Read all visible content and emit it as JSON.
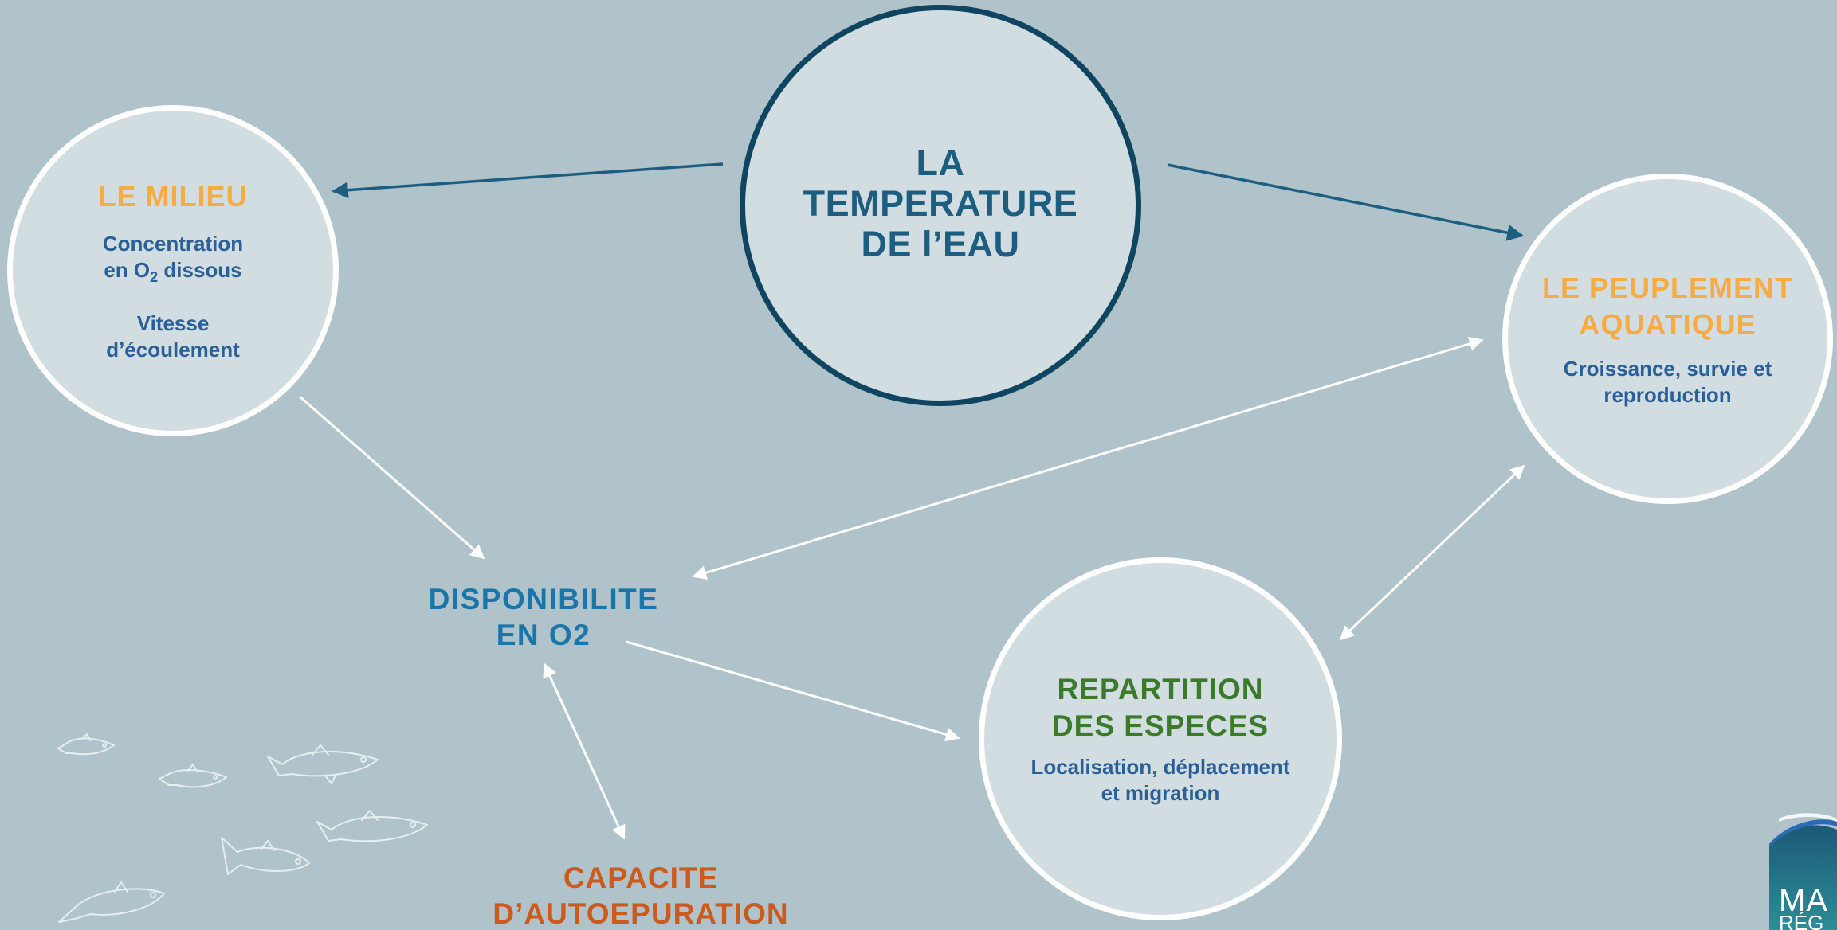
{
  "temperature": {
    "line1": "LA",
    "line2": "TEMPERATURE",
    "line3": "DE l’EAU"
  },
  "milieu": {
    "title": "LE MILIEU",
    "o2_line1": "Concentration",
    "o2_prefix": "en O",
    "o2_sub": "2",
    "o2_suffix": " dissous",
    "flow_line1": "Vitesse",
    "flow_line2": "d’écoulement"
  },
  "peuplement": {
    "title_line1": "LE PEUPLEMENT",
    "title_line2": "AQUATIQUE",
    "body_line1": "Croissance, survie et",
    "body_line2": "reproduction"
  },
  "repartition": {
    "title_line1": "REPARTITION",
    "title_line2": "DES ESPECES",
    "body_line1": "Localisation, déplacement",
    "body_line2": "et migration"
  },
  "disponibilite": {
    "line1": "DISPONIBILITE",
    "line2": "EN O2"
  },
  "capacite": {
    "line1": "CAPACITE",
    "line2": "D’AUTOEPURATION"
  },
  "logo": {
    "line1": "MA",
    "line2": "RÉG"
  },
  "colors": {
    "background": "#b0c3ca",
    "circle_fill": "#d1dde1",
    "dark_arrow": "#1d5e80",
    "light_arrow": "#ffffff",
    "orange_title": "#f7ab45",
    "green_title": "#3a7a2a",
    "red_title": "#cd5a1d",
    "blue_title": "#1a76a8",
    "body_text": "#2a5f98"
  }
}
